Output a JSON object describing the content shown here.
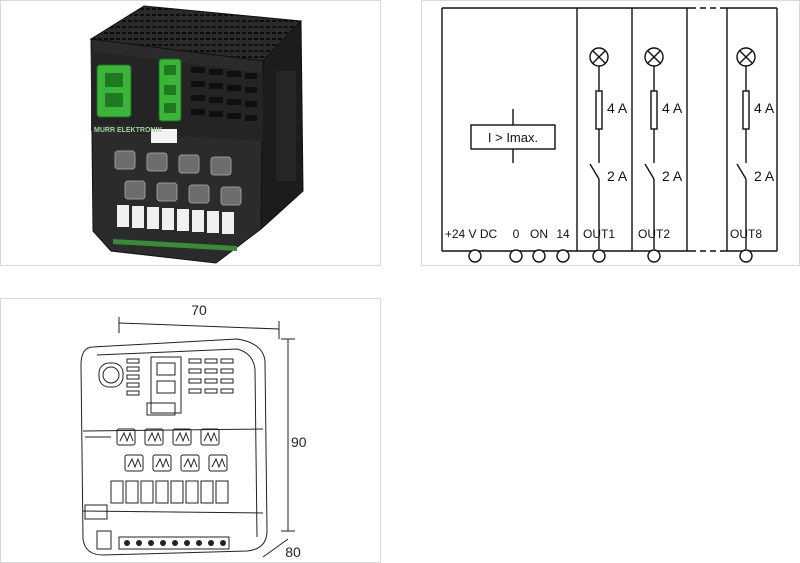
{
  "product_photo": {
    "brand": "MURR ELEKTRONIK"
  },
  "schematic": {
    "current_limit_label": "I > Imax.",
    "fuse_rating": "4 A",
    "switch_rating": "2 A",
    "terminals": [
      "+24 V DC",
      "0",
      "ON",
      "14"
    ],
    "outputs": [
      "OUT1",
      "OUT2",
      "OUT8"
    ]
  },
  "dimensions": {
    "width": "70",
    "height": "90",
    "depth": "80"
  }
}
